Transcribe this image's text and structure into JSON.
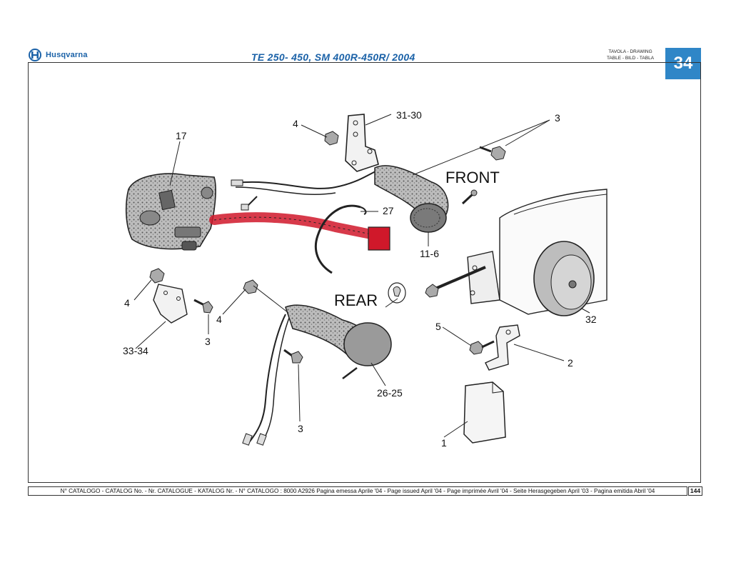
{
  "header": {
    "brand": "Husqvarna",
    "model_title": "TE 250- 450, SM 400R-450R/ 2004",
    "tavola_line1": "TAVOLA - DRAWING",
    "tavola_line2": "TABLE - BILD - TABLA",
    "table_number": "34"
  },
  "callouts": {
    "c17": "17",
    "c4_top": "4",
    "c31_30": "31-30",
    "c3_top": "3",
    "front": "FRONT",
    "c27": "27",
    "c11_6": "11-6",
    "rear": "REAR",
    "c4_left": "4",
    "c4_mid": "4",
    "c3_left": "3",
    "c33_34": "33-34",
    "c5": "5",
    "c32": "32",
    "c2": "2",
    "c26_25": "26-25",
    "c3_bottom": "3",
    "c1": "1"
  },
  "highlight_color": "#d0182a",
  "footer": {
    "text": "N° CATALOGO - CATALOG No. - Nr. CATALOGUE - KATALOG Nr. - N° CATALOGO : 8000 A2926 Pagina emessa Aprile '04 - Page issued April '04 - Page imprimée Avril '04 - Seite Herasgegeben April '03 - Pagina emitida Abril '04",
    "page_number": "144"
  }
}
